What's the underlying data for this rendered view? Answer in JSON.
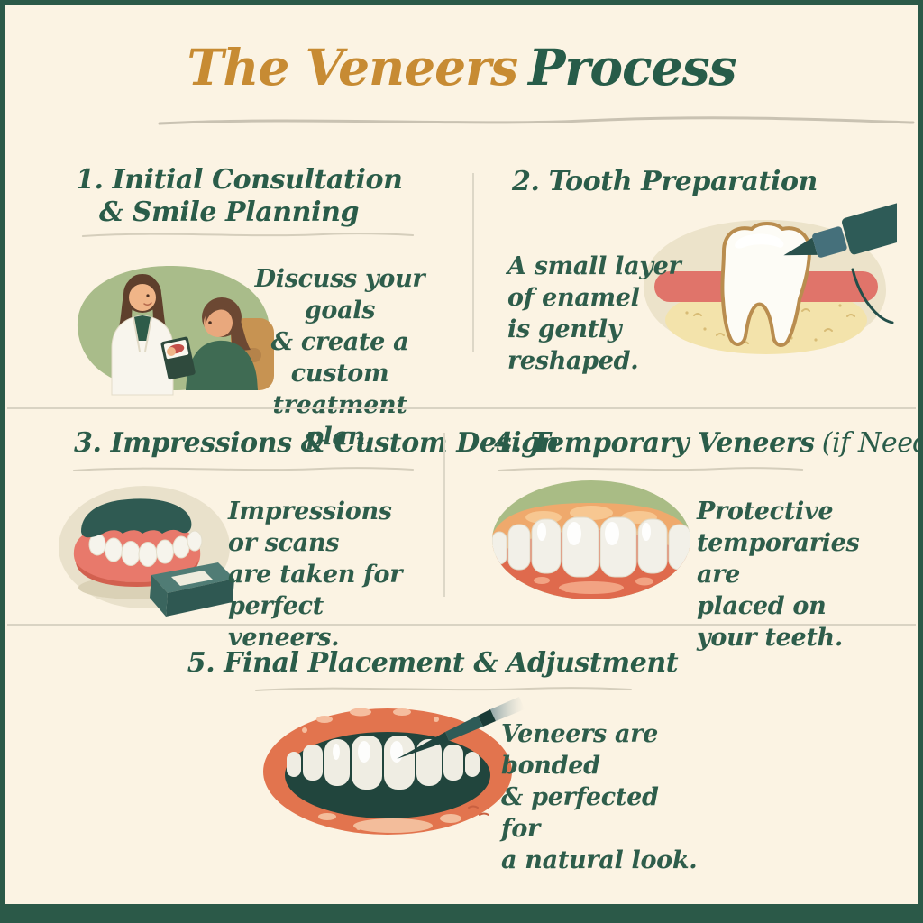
{
  "title": {
    "part1": "The Veneers",
    "part2": "Process"
  },
  "steps": [
    {
      "number": "1",
      "heading_line1": "1. Initial Consultation",
      "heading_line2": "& Smile Planning",
      "description": "Discuss your goals\n& create a custom\ntreatment plan.",
      "illustration": "dentist-patient-consultation"
    },
    {
      "number": "2",
      "heading": "2. Tooth Preparation",
      "description": "A small layer\nof enamel\nis gently reshaped.",
      "illustration": "tooth-reshaped-with-drill"
    },
    {
      "number": "3",
      "heading": "3. Impressions & Custom Design",
      "description": "Impressions or scans\nare taken for\nperfect veneers.",
      "illustration": "dental-impression-mold-and-tray"
    },
    {
      "number": "4",
      "heading": "4. Temporary Veneers",
      "heading_suffix": "(if Needed)",
      "description": "Protective\ntemporaries are\nplaced on your teeth.",
      "illustration": "smile-with-temporary-veneers"
    },
    {
      "number": "5",
      "heading": "5. Final Placement & Adjustment",
      "description": "Veneers are bonded\n& perfected for\na natural look.",
      "illustration": "veneer-bonding-with-dental-tool"
    }
  ],
  "palette": {
    "background": "#FBF3E3",
    "frame_green": "#2B5948",
    "title_gold": "#C78B33",
    "heading_green": "#2A5C49",
    "divider_gray": "#D9D3C3",
    "blob_green": "#A9BC8A",
    "blob_beige": "#ECE3CA",
    "gum_salmon": "#E0746A",
    "lip_orange": "#E2744E",
    "dark_teal": "#2E5B57",
    "bone_yellow": "#F3E3AB"
  }
}
